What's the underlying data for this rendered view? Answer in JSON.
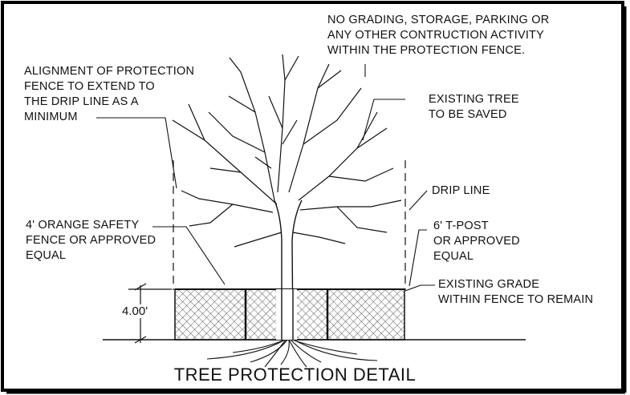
{
  "title": "TREE PROTECTION DETAIL",
  "labels": {
    "no_grading": [
      "NO GRADING, STORAGE, PARKING OR",
      "ANY OTHER CONTRUCTION ACTIVITY",
      "WITHIN THE PROTECTION FENCE."
    ],
    "alignment": [
      "ALIGNMENT OF PROTECTION",
      "FENCE TO EXTEND TO",
      "THE DRIP LINE AS A",
      "MINIMUM"
    ],
    "existing_tree": [
      "EXISTING TREE",
      "TO BE SAVED"
    ],
    "drip_line": [
      "DRIP LINE"
    ],
    "orange_fence": [
      "4' ORANGE SAFETY",
      "FENCE OR APPROVED",
      "EQUAL"
    ],
    "t_post": [
      "6' T-POST",
      "OR APPROVED",
      "EQUAL"
    ],
    "existing_grade": [
      "EXISTING GRADE",
      "WITHIN FENCE TO REMAIN"
    ]
  },
  "dimension": "4.00'",
  "colors": {
    "ink": "#111111",
    "background": "#ffffff"
  }
}
